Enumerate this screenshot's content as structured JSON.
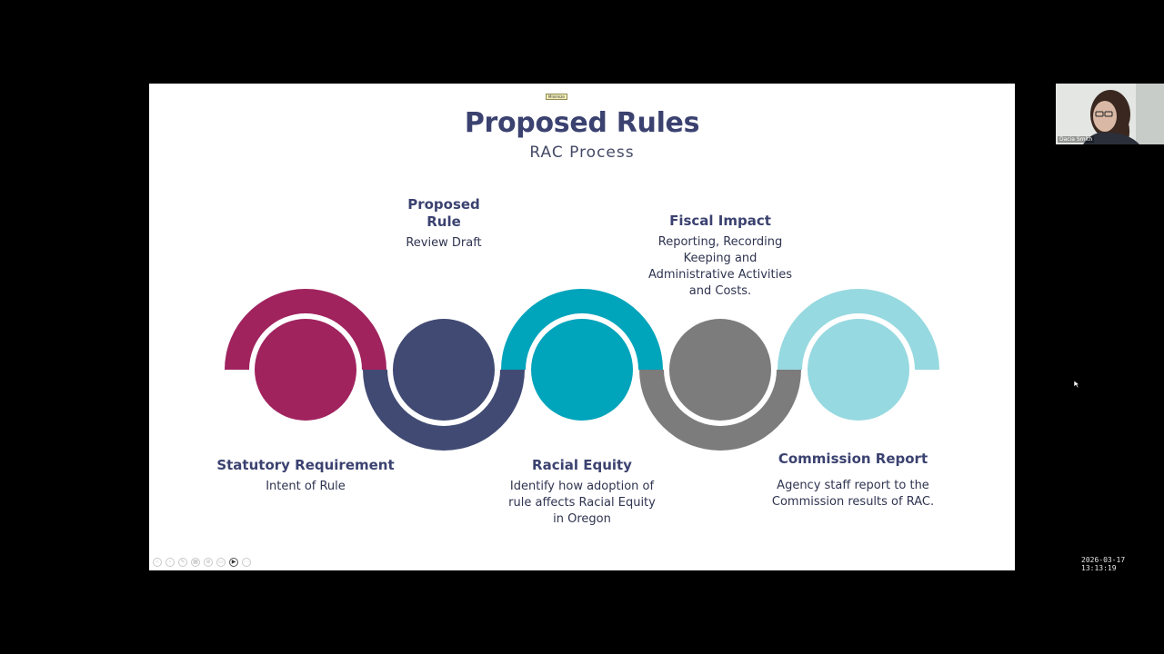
{
  "slide": {
    "minimize_label": "Minimize",
    "title": "Proposed Rules",
    "subtitle": "RAC Process",
    "steps": [
      {
        "head": "Statutory Requirement",
        "desc": "Intent of Rule",
        "color": "#a0235e"
      },
      {
        "head": "Proposed Rule",
        "desc": "Review Draft",
        "color": "#414a73"
      },
      {
        "head": "Racial Equity",
        "desc": "Identify how adoption of rule affects Racial Equity in Oregon",
        "color": "#00a4bb"
      },
      {
        "head": "Fiscal Impact",
        "desc": "Reporting, Recording Keeping and Administrative Activities and Costs.",
        "color": "#7c7c7c"
      },
      {
        "head": "Commission Report",
        "desc": "Agency staff report to the Commission results of RAC.",
        "color": "#97d9e0"
      }
    ]
  },
  "webcam": {
    "name": "Dacia Smith"
  },
  "timestamp": "2026-03-17  13:13:19",
  "toolbar_icons": [
    "previous-icon",
    "next-icon",
    "pen-icon",
    "grid-icon",
    "zoom-icon",
    "subtitles-icon",
    "camera-icon",
    "more-icon"
  ]
}
